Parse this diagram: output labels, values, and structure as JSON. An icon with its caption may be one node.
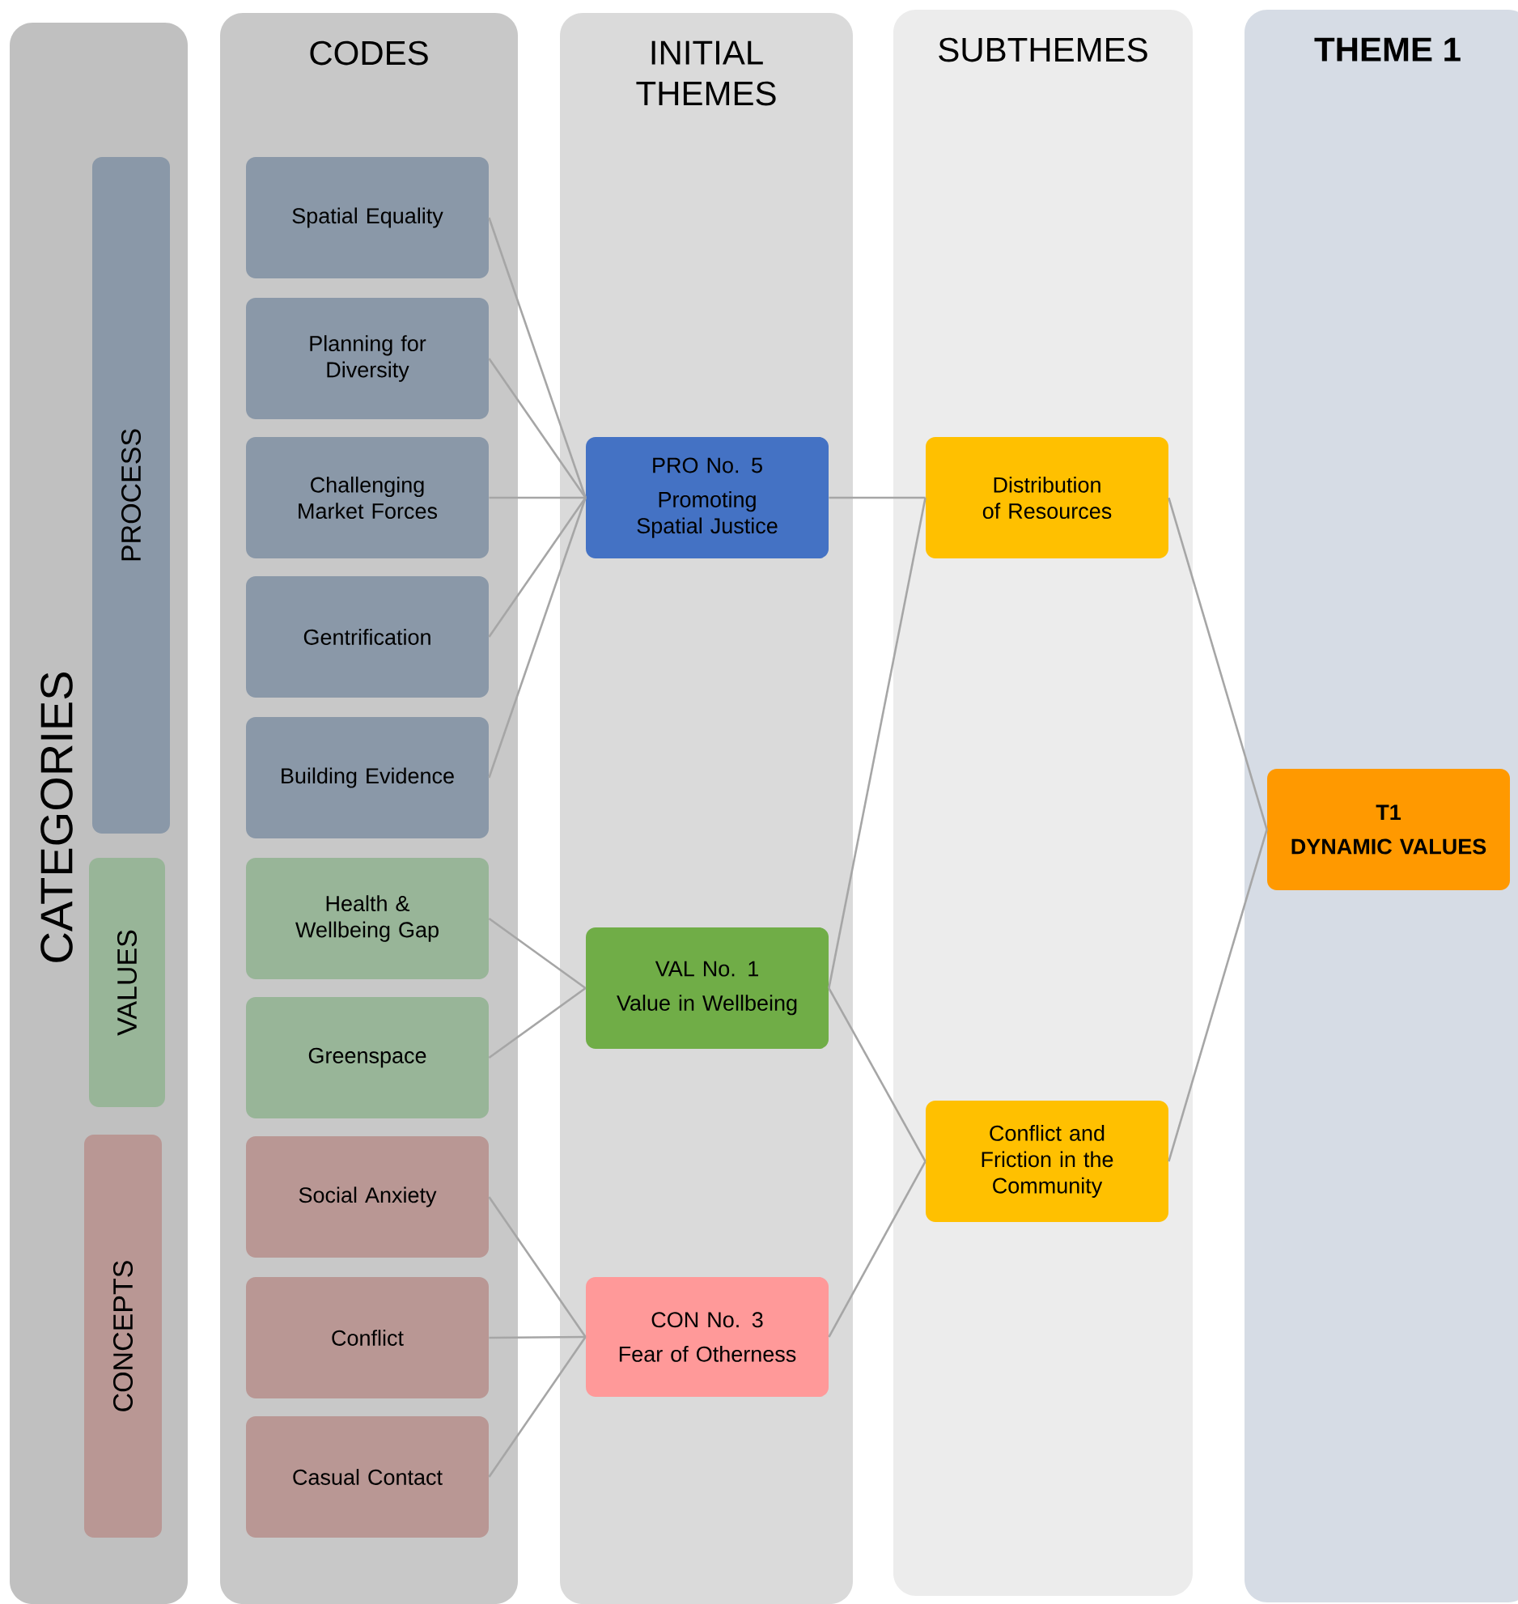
{
  "diagram": {
    "nodes": [
      {
        "text": [
          "CATEGORIES"
        ]
      },
      {
        "text": [
          "PROCESS"
        ],
        "in": 0
      },
      {
        "text": [
          "VALUES"
        ],
        "in": 0
      },
      {
        "text": [
          "CONCEPTS"
        ],
        "in": 0
      },
      {
        "text": [
          "CODES"
        ]
      },
      {
        "text": [
          "Spatial Equality"
        ],
        "in": 4
      },
      {
        "text": [
          "Planning for Diversity"
        ],
        "in": 4
      },
      {
        "text": [
          "Challenging Market Forces"
        ],
        "in": 4
      },
      {
        "text": [
          "Gentrification"
        ],
        "in": 4
      },
      {
        "text": [
          "Building Evidence"
        ],
        "in": 4
      },
      {
        "text": [
          "Health & Wellbeing Gap"
        ],
        "in": 4
      },
      {
        "text": [
          "Greenspace"
        ],
        "in": 4
      },
      {
        "text": [
          "Social Anxiety"
        ],
        "in": 4
      },
      {
        "text": [
          "Conflict"
        ],
        "in": 4
      },
      {
        "text": [
          "Casual Contact"
        ],
        "in": 4
      },
      {
        "text": [
          "INITIAL THEMES"
        ]
      },
      {
        "text": [
          "PRO No. 5",
          "Promoting Spatial Justice"
        ],
        "in": 15
      },
      {
        "text": [
          "VAL No. 1",
          "Value in Wellbeing"
        ],
        "in": 15
      },
      {
        "text": [
          "CON No. 3",
          "Fear of Otherness"
        ],
        "in": 15
      },
      {
        "text": [
          "SUBTHEMES"
        ]
      },
      {
        "text": [
          "Distribution of Resources"
        ],
        "in": 19
      },
      {
        "text": [
          "Conflict and Friction in the Community"
        ],
        "in": 19
      },
      {
        "text": [
          "THEME 1"
        ]
      },
      {
        "text": [
          "T1",
          "DYNAMIC VALUES"
        ],
        "in": 22
      }
    ],
    "edges": [
      {
        "from": 5,
        "to": 16,
        "arrow": "none"
      },
      {
        "from": 6,
        "to": 16,
        "arrow": "none"
      },
      {
        "from": 7,
        "to": 16,
        "arrow": "none"
      },
      {
        "from": 8,
        "to": 16,
        "arrow": "none"
      },
      {
        "from": 9,
        "to": 16,
        "arrow": "none"
      },
      {
        "from": 10,
        "to": 17,
        "arrow": "none"
      },
      {
        "from": 11,
        "to": 17,
        "arrow": "none"
      },
      {
        "from": 12,
        "to": 18,
        "arrow": "none"
      },
      {
        "from": 13,
        "to": 18,
        "arrow": "none"
      },
      {
        "from": 14,
        "to": 18,
        "arrow": "none"
      },
      {
        "from": 16,
        "to": 20,
        "arrow": "none"
      },
      {
        "from": 17,
        "to": 20,
        "arrow": "none"
      },
      {
        "from": 17,
        "to": 21,
        "arrow": "none"
      },
      {
        "from": 18,
        "to": 21,
        "arrow": "none"
      },
      {
        "from": 20,
        "to": 23,
        "arrow": "none"
      },
      {
        "from": 21,
        "to": 23,
        "arrow": "none"
      }
    ]
  }
}
